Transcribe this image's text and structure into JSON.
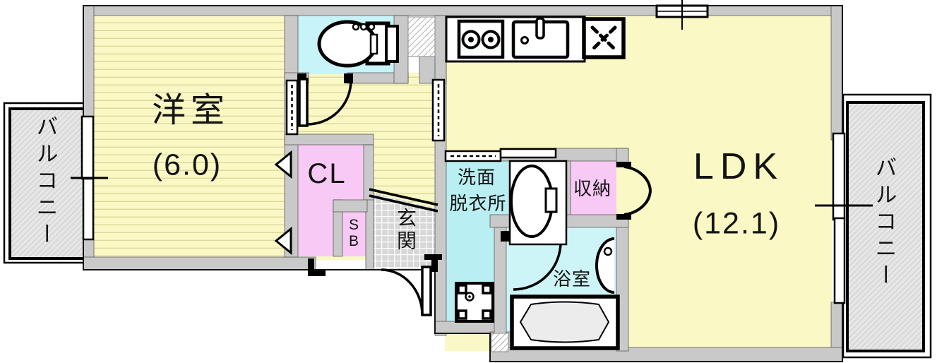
{
  "plan_title": "1LDK apartment floor plan",
  "colors": {
    "wall": "#C9C9C9",
    "room_yellow": "#FAF8C4",
    "stripe_line": "#DBD89C",
    "toilet_cyan": "#C8F3F8",
    "washroom_cyan": "#B9EFF2",
    "bath_cyan": "#CDF5F7",
    "pink": "#F7C9F4",
    "tile_gray": "#D7D7D7",
    "balcony_gray": "#E6E6E6",
    "outline": "#141414"
  },
  "rooms": {
    "western_room": {
      "name": "洋室",
      "area": "(6.0)"
    },
    "ldk": {
      "name": "LDK",
      "area": "(12.1)"
    },
    "balcony_left": {
      "name": "バルコニー"
    },
    "balcony_right": {
      "name": "バルコニー"
    },
    "closet": {
      "name": "CL"
    },
    "shoebox": {
      "name": "SB"
    },
    "entrance": {
      "name": "玄関"
    },
    "washroom": {
      "name_line1": "洗面",
      "name_line2": "脱衣所"
    },
    "storage": {
      "name": "収納"
    },
    "bathroom": {
      "name": "浴室"
    }
  },
  "fixtures": [
    "toilet",
    "kitchen-stove",
    "kitchen-sink",
    "refrigerator-space",
    "washbasin",
    "washing-machine-pan",
    "bathtub",
    "entrance-door",
    "sliding-doors",
    "folding-doors",
    "windows"
  ]
}
